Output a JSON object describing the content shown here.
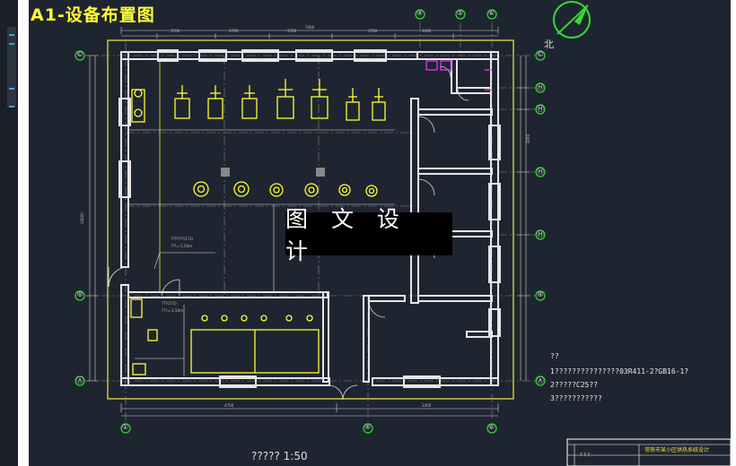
{
  "drawing": {
    "title": "A1-设备布置图",
    "north_label": "北",
    "watermark": "图 文 设 计",
    "scale_caption": "????? 1:50",
    "notes": {
      "heading": "??",
      "line1": "1???????????????03R411-2?GB16-1?",
      "line2": "2?????C25??",
      "line3": "3???????????"
    },
    "title_block": {
      "project": "常熟市某小区供热系统设计",
      "row_label": "? ? ?"
    }
  },
  "grid": {
    "top_labels": [
      "④",
      "⑤",
      "⑥"
    ],
    "bottom_labels": [
      "①",
      "④",
      "⑥"
    ],
    "left_labels": [
      "©",
      "®",
      "Ⓐ"
    ],
    "right_labels": [
      "©",
      "Ⓗ",
      "Ⓗ",
      "Ⓗ",
      "Ⓗ",
      "®",
      "Ⓐ"
    ]
  },
  "colors": {
    "background": "#1f2530",
    "wall": "#e6e6e6",
    "equipment": "#ffff33",
    "grid_bubble": "#33dd33",
    "outline": "#eeee44",
    "accent": "#ff33ff"
  }
}
